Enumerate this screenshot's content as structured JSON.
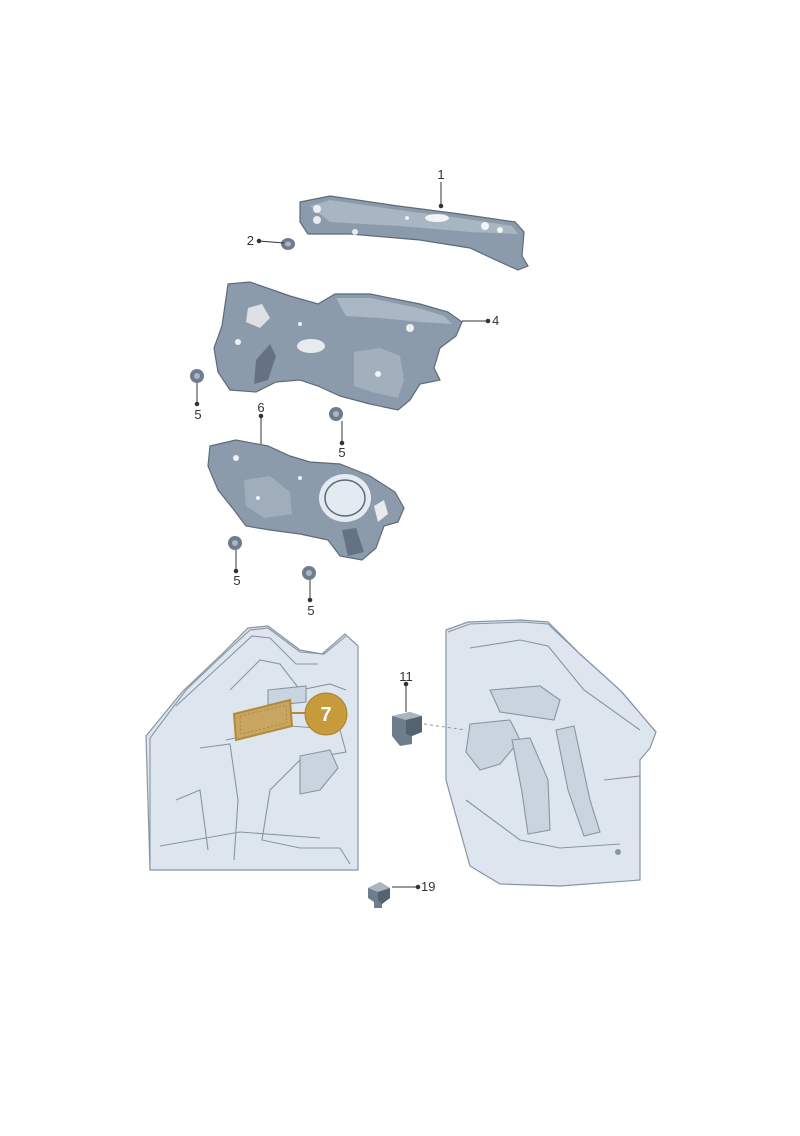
{
  "colors": {
    "part_fill": "#8c9bab",
    "part_light": "#b4c0cc",
    "part_dark": "#5d6b79",
    "body_fill": "#dde6ee",
    "body_line": "#8795a3",
    "highlight_fill": "#c8a560",
    "highlight_border": "#b28a3a",
    "badge_fill": "#c79a3c"
  },
  "callouts": {
    "c1": "1",
    "c2": "2",
    "c4": "4",
    "c5a": "5",
    "c5b": "5",
    "c5c": "5",
    "c5d": "5",
    "c6": "6",
    "c11": "11",
    "c19": "19"
  },
  "highlight_badge": "7"
}
